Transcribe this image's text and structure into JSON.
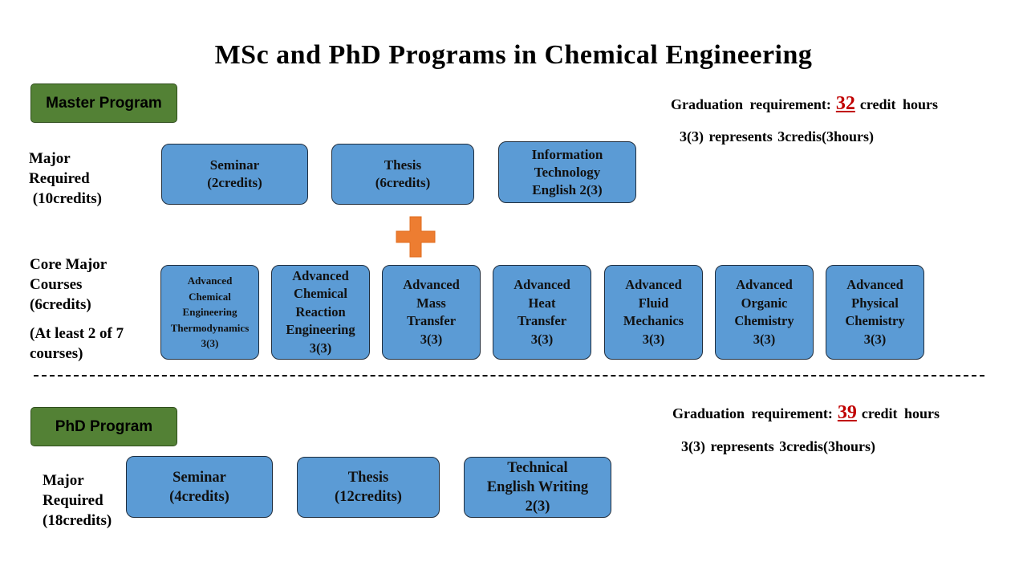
{
  "title": "MSc and PhD Programs in Chemical Engineering",
  "master": {
    "label": "Master Program",
    "requirement_prefix": "Graduation  requirement:",
    "requirement_number": "32",
    "requirement_suffix": "credit hours",
    "note": "3(3)  represents  3credis(3hours)",
    "major_label": "Major\nRequired\n (10credits)",
    "major_courses": [
      "Seminar\n(2credits)",
      "Thesis\n(6credits)",
      "Information\nTechnology\nEnglish 2(3)"
    ],
    "core_label": "Core Major\nCourses\n(6credits)",
    "core_sublabel": "(At least 2 of 7\ncourses)",
    "core_courses": [
      "Advanced\nChemical\nEngineering\nThermodynamics\n3(3)",
      "Advanced\nChemical\nReaction\nEngineering\n3(3)",
      "Advanced\nMass\nTransfer\n3(3)",
      "Advanced\nHeat\nTransfer\n3(3)",
      "Advanced\nFluid\nMechanics\n3(3)",
      "Advanced\nOrganic\nChemistry\n3(3)",
      "Advanced\nPhysical\nChemistry\n3(3)"
    ]
  },
  "phd": {
    "label": "PhD Program",
    "requirement_prefix": "Graduation  requirement:",
    "requirement_number": "39",
    "requirement_suffix": "credit hours",
    "note": "3(3)  represents  3credis(3hours)",
    "major_label": "Major\nRequired\n(18credits)",
    "major_courses": [
      "Seminar\n(4credits)",
      "Thesis\n(12credits)",
      "Technical\nEnglish  Writing\n2(3)"
    ]
  },
  "colors": {
    "box_fill": "#5b9bd5",
    "program_label_fill": "#538135",
    "highlight_number": "#c00000",
    "plus_icon": "#ed7d31"
  }
}
